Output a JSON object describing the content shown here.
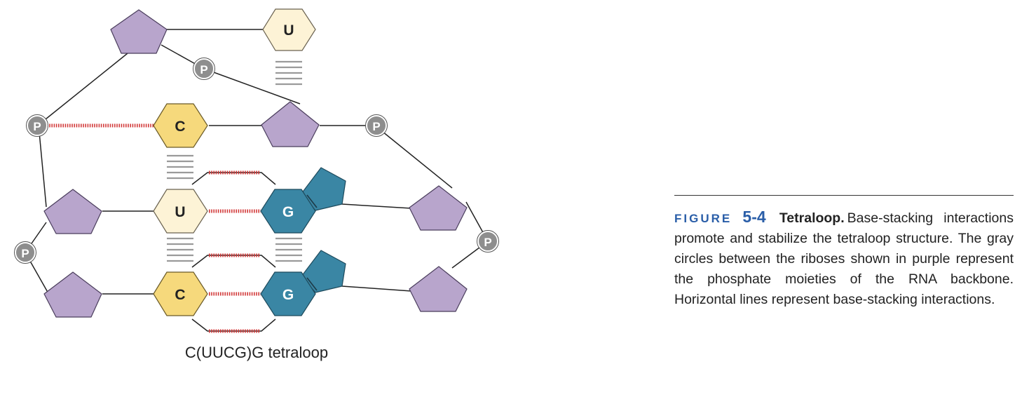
{
  "diagram": {
    "bases": {
      "u_top": "U",
      "c_mid": "C",
      "u_mid": "U",
      "g_mid": "G",
      "c_bottom": "C",
      "g_bottom": "G"
    },
    "phosphate_label": "P",
    "diagram_caption": "C(UUCG)G tetraloop",
    "colors": {
      "ribose": "#b8a5cc",
      "uracil": "#fdf3d6",
      "cytosine": "#f6d97c",
      "guanine": "#3a86a4",
      "phosphate": "#8e8e8e",
      "hydrogen_bond": "#d23a3a",
      "stacking": "#9a9a9a"
    }
  },
  "caption": {
    "figure_label": "FIGURE",
    "figure_number": "5-4",
    "title": "Tetraloop.",
    "body": "Base-stacking interactions promote and stabilize the tetraloop structure. The gray circles between the riboses shown in purple represent the phosphate moieties of the RNA backbone. Horizontal lines represent base-stacking interactions."
  }
}
